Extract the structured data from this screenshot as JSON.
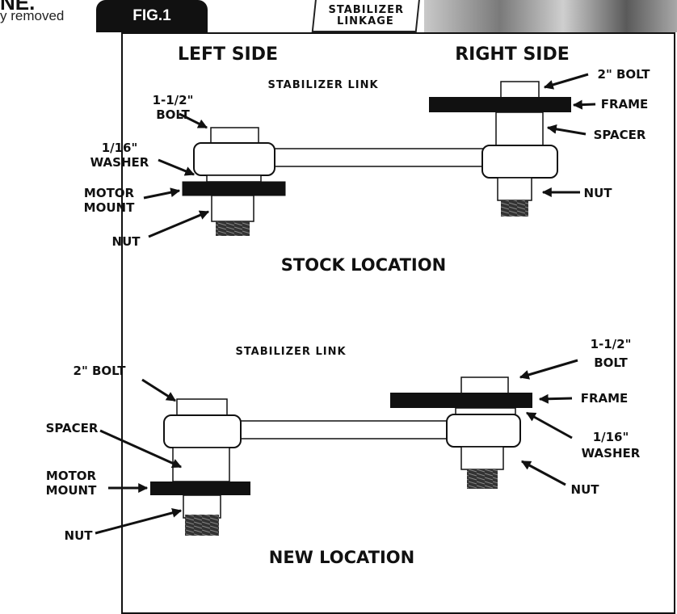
{
  "header": {
    "title_fragment": "NE.",
    "subtitle_fragment": "y removed",
    "fig_label": "FIG.1",
    "photo_label_line1": "STABILIZER",
    "photo_label_line2": "LINKAGE"
  },
  "columns": {
    "left": "LEFT SIDE",
    "right": "RIGHT SIDE"
  },
  "stock": {
    "title": "STOCK LOCATION",
    "link_label": "STABILIZER LINK",
    "left_bolt": [
      "1-1/2\"",
      "BOLT"
    ],
    "left_washer": [
      "1/16\"",
      "WASHER"
    ],
    "left_mount": [
      "MOTOR",
      "MOUNT"
    ],
    "left_nut": "NUT",
    "right_bolt": "2\" BOLT",
    "right_frame": "FRAME",
    "right_spacer": "SPACER",
    "right_nut": "NUT"
  },
  "new": {
    "title": "NEW LOCATION",
    "link_label": "STABILIZER LINK",
    "left_bolt": "2\" BOLT",
    "left_spacer": "SPACER",
    "left_mount": [
      "MOTOR",
      "MOUNT"
    ],
    "left_nut": "NUT",
    "right_bolt": [
      "1-1/2\"",
      "BOLT"
    ],
    "right_frame": "FRAME",
    "right_washer": [
      "1/16\"",
      "WASHER"
    ],
    "right_nut": "NUT"
  }
}
